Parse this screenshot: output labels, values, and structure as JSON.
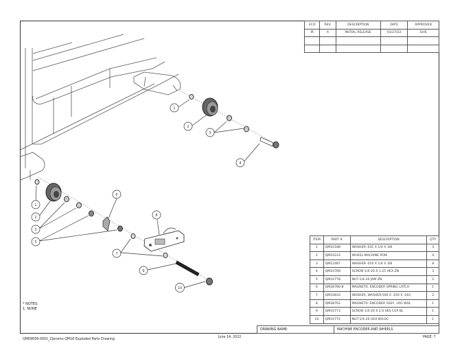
{
  "revision_table": {
    "headers": [
      "ECO",
      "REV.",
      "DESCRIPTION",
      "DATE",
      "APPROVED"
    ],
    "rows": [
      [
        "IR",
        "A",
        "INITIAL RELEASE",
        "01/27/22",
        "GHS"
      ],
      [
        "",
        "",
        "",
        "",
        ""
      ],
      [
        "",
        "",
        "",
        "",
        ""
      ]
    ]
  },
  "bom_table": {
    "headers": [
      "ITEM",
      "PART #",
      "DESCRIPTION",
      "QTY"
    ],
    "rows": [
      [
        "1",
        "QM10188",
        "WASHER-.031 X 1/4 X 3/8",
        "4"
      ],
      [
        "2",
        "QM10233",
        "WHEEL-MACHINE POM",
        "4"
      ],
      [
        "3",
        "QM12487",
        "WASHER-.010 X 1/4 X 3/8",
        "8"
      ],
      [
        "4",
        "QM10768",
        "SCREW-1/4-20 X 1.25 HEX ZN",
        "3"
      ],
      [
        "5",
        "QM10778",
        "NUT-1/4-20 JAM ZN",
        "2"
      ],
      [
        "6",
        "QM28780-8",
        "MAGNETIC ENCODER SPRING LATCH",
        "1"
      ],
      [
        "7",
        "QM10833",
        "WASHER, WASHER.500 X .250 X .010",
        "2"
      ],
      [
        "8",
        "QM28762",
        "MAGNETIC ENCODER ASSY, LRG WHL",
        "1"
      ],
      [
        "9",
        "QM10773",
        "SCREW 1/4-20 X 2.0 SKS CUP BL",
        "1"
      ],
      [
        "10",
        "QM10772",
        "NUT-1/4-20 HEX NYLOC",
        "1"
      ]
    ]
  },
  "title_block": {
    "drawing_name_label": "DRAWING NAME:",
    "drawing_name": "MACHINE ENCODER AND WHEELS"
  },
  "notes": {
    "heading": "* NOTES:",
    "items": [
      "1. NONE"
    ]
  },
  "footer": {
    "file_name": "QM09058-0001_CJeromo QM18 Exploded Parts Drawing",
    "date": "June 14, 2022",
    "page": "PAGE: 7"
  },
  "balloons": {
    "upper_assembly": [
      "1",
      "2",
      "3",
      "4"
    ],
    "lower_assembly": [
      "1",
      "2",
      "3",
      "5",
      "6",
      "7",
      "8",
      "9",
      "10"
    ]
  }
}
